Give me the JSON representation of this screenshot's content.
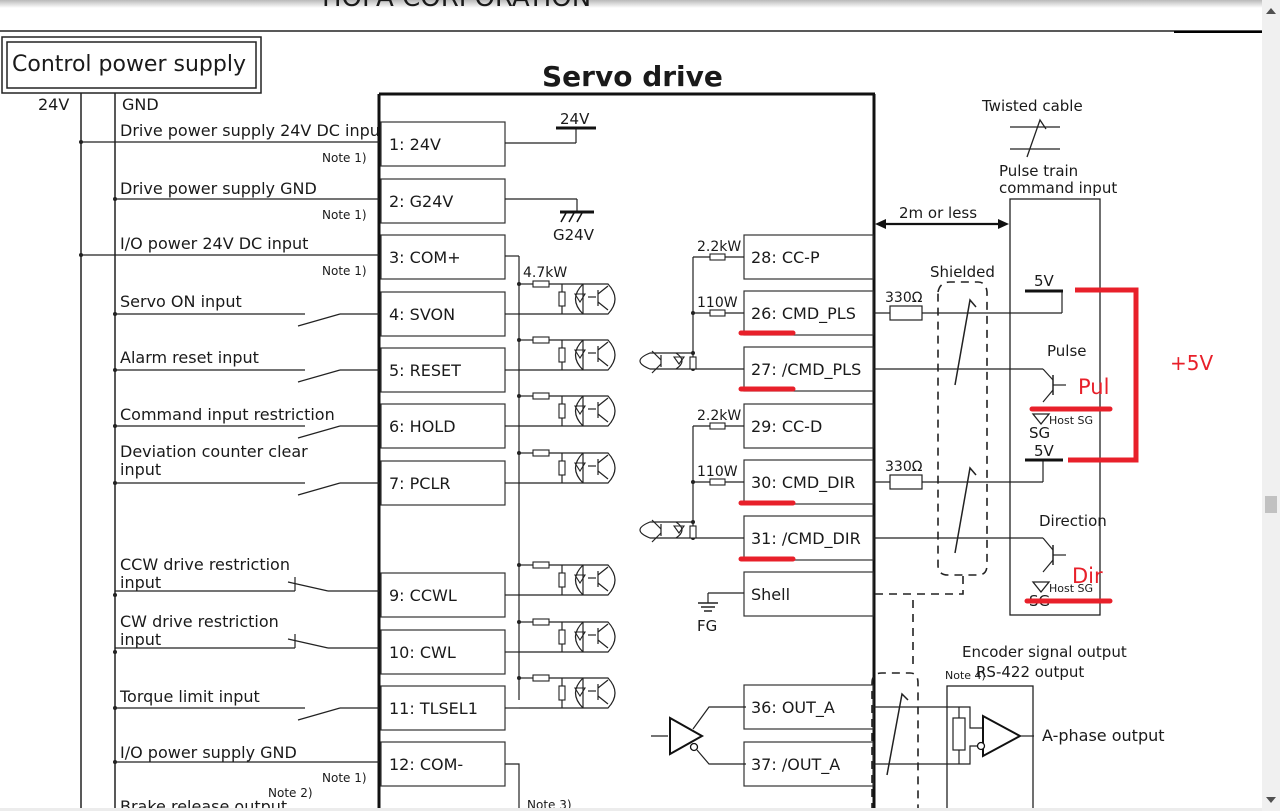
{
  "header": {
    "company_cutoff": "HOPA CORPORATION"
  },
  "diagram": {
    "title": "Servo drive",
    "control_power_supply": "Control power supply",
    "rail_24v": "24V",
    "rail_gnd": "GND",
    "left_signals": [
      {
        "label": "Drive power supply 24V DC input",
        "note": "Note 1)",
        "pin": "1: 24V"
      },
      {
        "label": "Drive power supply GND",
        "note": "Note 1)",
        "pin": "2: G24V"
      },
      {
        "label": "I/O power 24V DC input",
        "note": "Note 1)",
        "pin": "3: COM+"
      },
      {
        "label": "Servo ON input",
        "pin": "4: SVON"
      },
      {
        "label": "Alarm reset input",
        "pin": "5: RESET"
      },
      {
        "label": "Command input restriction",
        "pin": "6: HOLD"
      },
      {
        "label": "Deviation counter clear",
        "label2": "input",
        "pin": "7: PCLR"
      },
      {
        "label": "CCW drive restriction",
        "label2": "input",
        "pin": "9: CCWL"
      },
      {
        "label": "CW drive restriction",
        "label2": "input",
        "pin": "10: CWL"
      },
      {
        "label": "Torque limit input",
        "pin": "11: TLSEL1"
      },
      {
        "label": "I/O power supply GND",
        "note": "Note 1)",
        "pin": "12: COM-"
      },
      {
        "label": "Brake release output",
        "note": "Note 2)",
        "pin": ""
      }
    ],
    "supply_24v_symbol": "24V",
    "ground_g24v_symbol": "G24V",
    "resistor_4_7k": "4.7kW",
    "right_pins": [
      {
        "pin": "28: CC-P",
        "resistor": "2.2kW"
      },
      {
        "pin": "26: CMD_PLS",
        "resistor": "110W"
      },
      {
        "pin": "27: /CMD_PLS"
      },
      {
        "pin": "29: CC-D",
        "resistor": "2.2kW"
      },
      {
        "pin": "30: CMD_DIR",
        "resistor": "110W"
      },
      {
        "pin": "31: /CMD_DIR"
      },
      {
        "pin": "Shell"
      },
      {
        "pin": "36: OUT_A"
      },
      {
        "pin": "37: /OUT_A"
      }
    ],
    "fg_label": "FG",
    "note3": "Note 3)",
    "note4": "Note 4)",
    "twisted_cable": "Twisted cable",
    "pulse_train_line1": "Pulse train",
    "pulse_train_line2": "command input",
    "distance": "2m or less",
    "shielded": "Shielded",
    "r330_a": "330Ω",
    "r330_b": "330Ω",
    "host_5v_a": "5V",
    "host_5v_b": "5V",
    "pulse_label": "Pulse",
    "direction_label": "Direction",
    "host_sg_a": "Host SG",
    "host_sg_b": "Host SG",
    "sg_a": "SG",
    "sg_b": "SG",
    "encoder_line1": "Encoder signal output",
    "encoder_line2": "RS-422 output",
    "a_phase_output": "A-phase output"
  },
  "annotations": {
    "color": "#e8202a",
    "plus5v": "+5V",
    "pul": "Pul",
    "dir": "Dir"
  }
}
